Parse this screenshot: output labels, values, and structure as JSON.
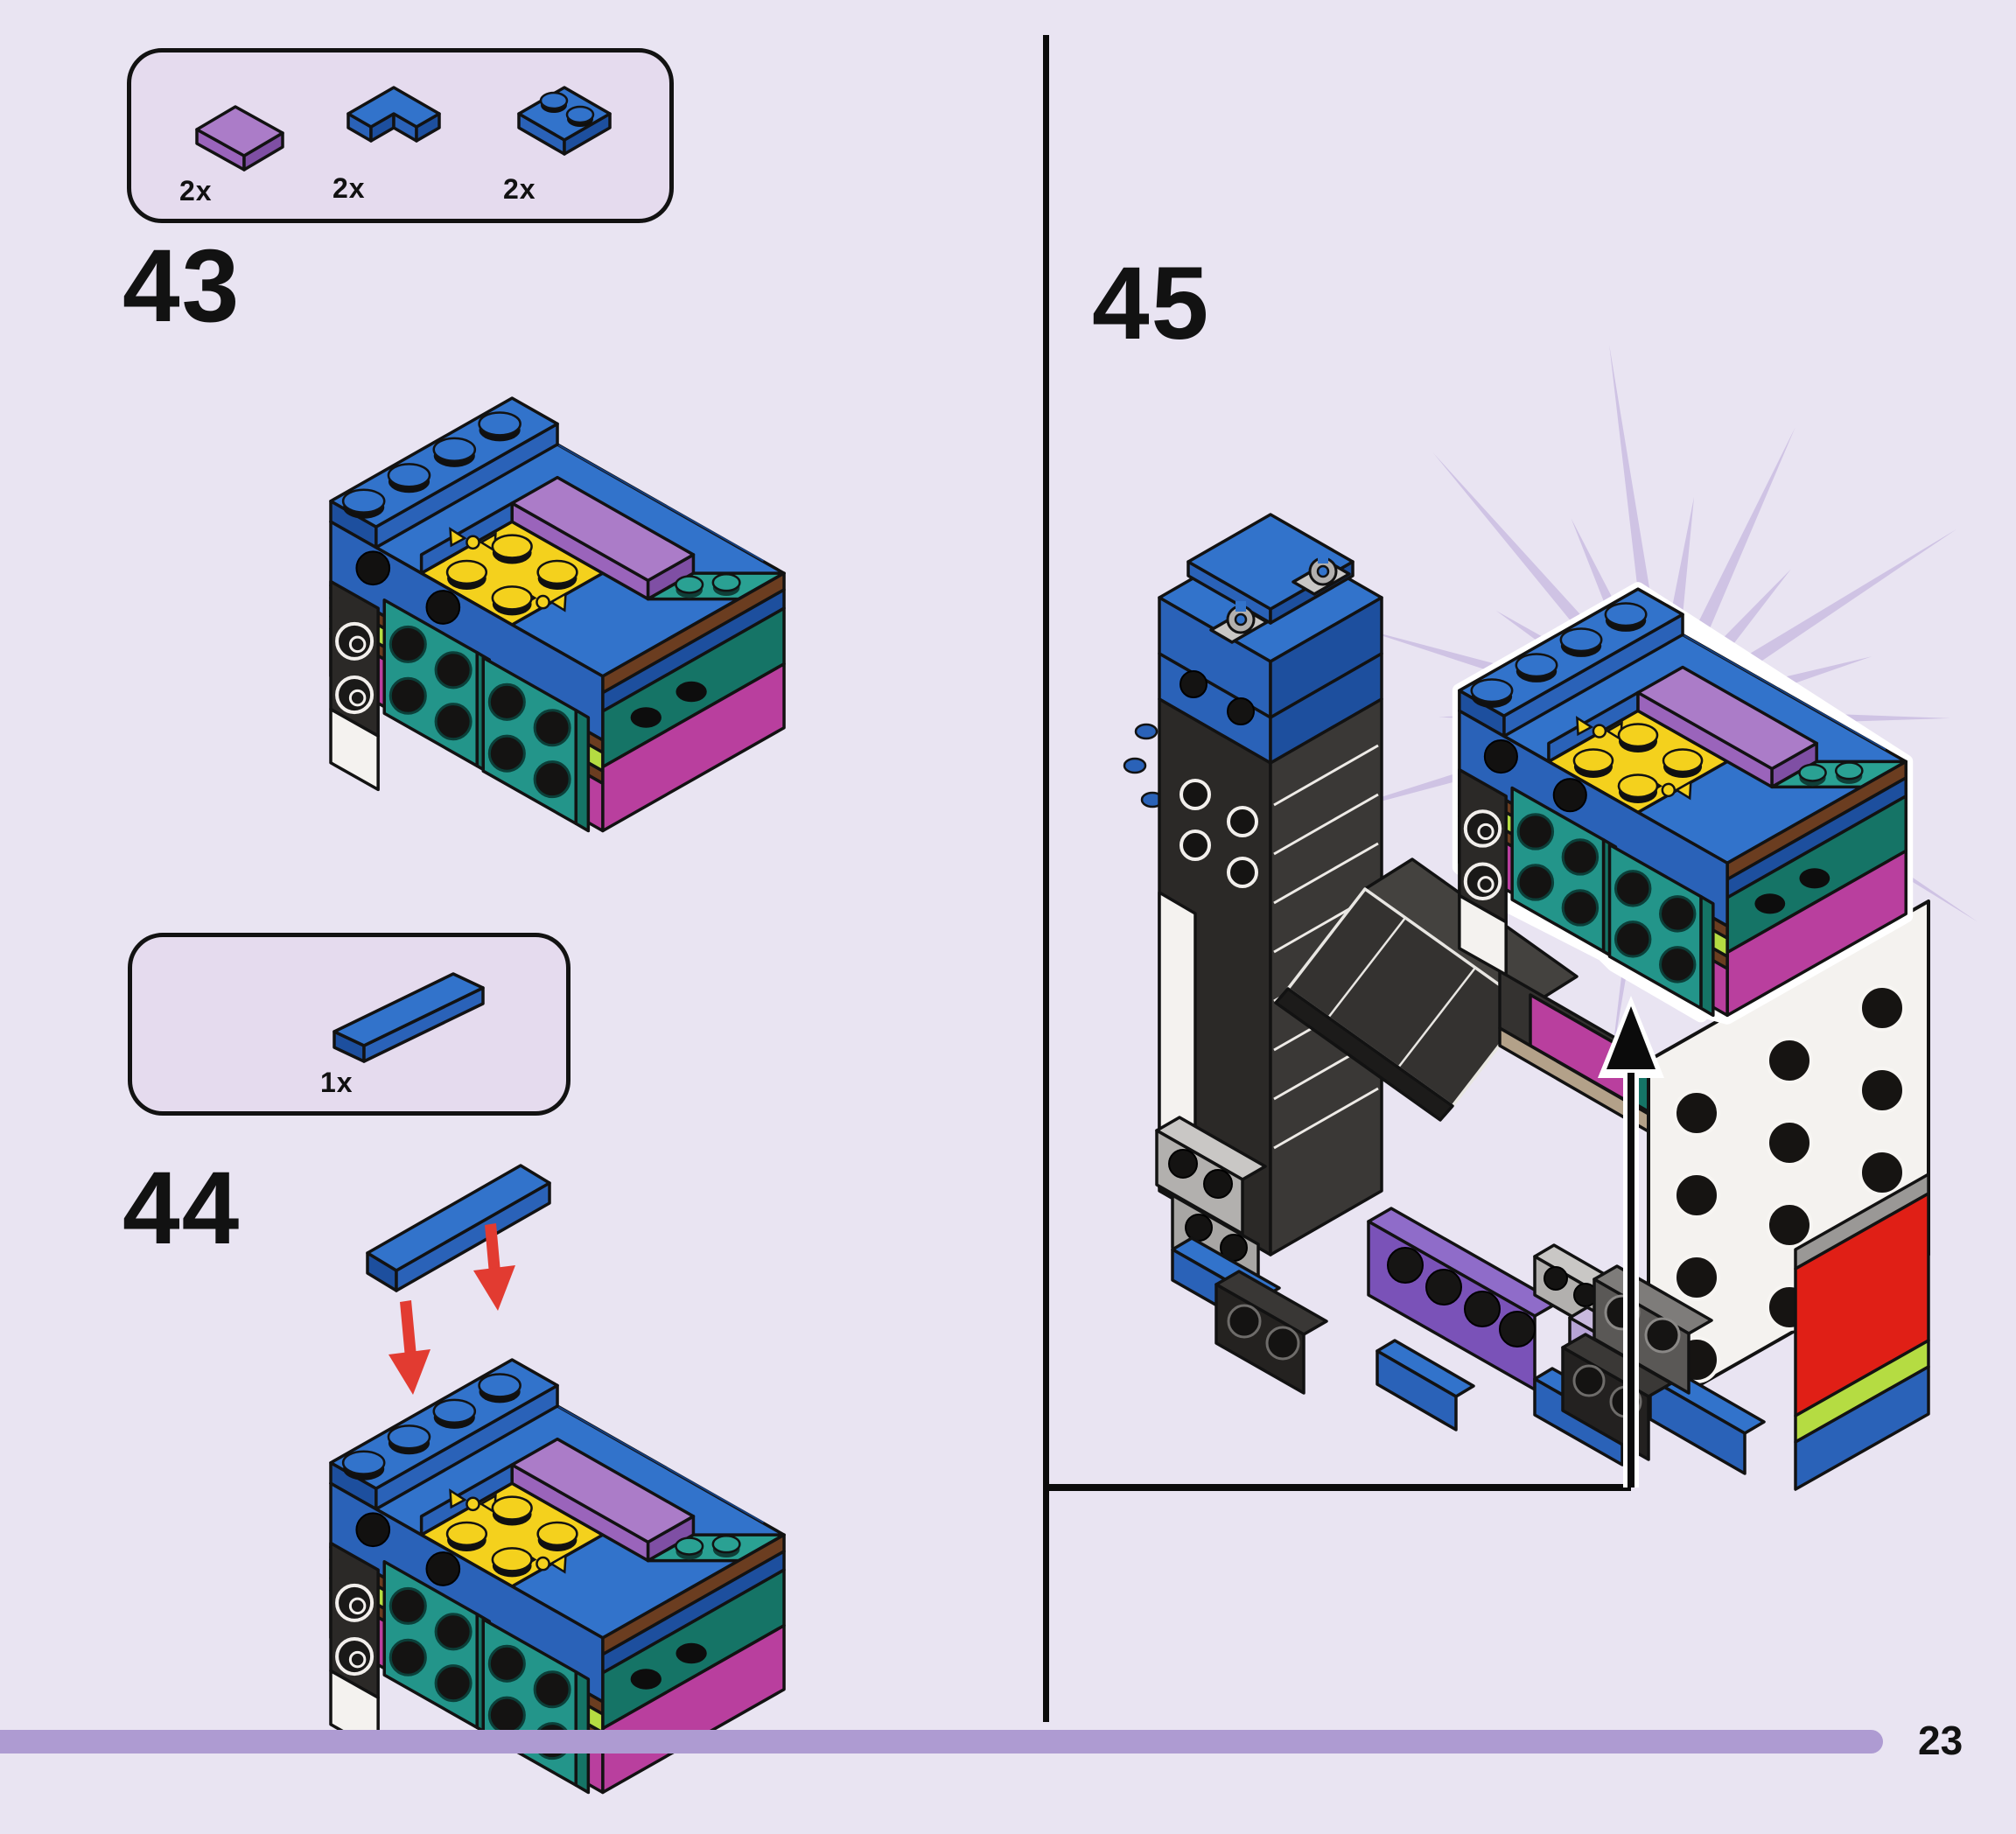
{
  "page": {
    "background_color": "#e9e4f2",
    "type": "building-instructions"
  },
  "steps": {
    "s43": {
      "number": "43"
    },
    "s44": {
      "number": "44"
    },
    "s45": {
      "number": "45"
    }
  },
  "parts_box_step43": {
    "parts": [
      {
        "piece": "tile-1x2-purple",
        "qty": "2x",
        "color": "#a06cbc"
      },
      {
        "piece": "corner-plate-2x2-blue",
        "qty": "2x",
        "color": "#2b68c0"
      },
      {
        "piece": "plate-2x2-blue",
        "qty": "2x",
        "color": "#2b68c0"
      }
    ]
  },
  "parts_box_step44": {
    "parts": [
      {
        "piece": "tile-1x4-blue",
        "qty": "1x",
        "color": "#2b68c0"
      }
    ]
  },
  "footer": {
    "page_number": "23",
    "progress_color": "#ae9bd2"
  },
  "colors": {
    "blue": "#2b68c0",
    "teal": "#23958a",
    "magenta": "#b93f9e",
    "purple": "#9a64bb",
    "lavender": "#b7a4d6",
    "yellow": "#f4d11d",
    "lime": "#b5dc42",
    "brown": "#6b3d20",
    "red_panel": "#e01f16",
    "arrow_red": "#e23b31",
    "black_brick": "#2b2927",
    "white_brick": "#f4f2ef",
    "gray": "#b2b0ae",
    "starburst": "#cfc3e4"
  }
}
